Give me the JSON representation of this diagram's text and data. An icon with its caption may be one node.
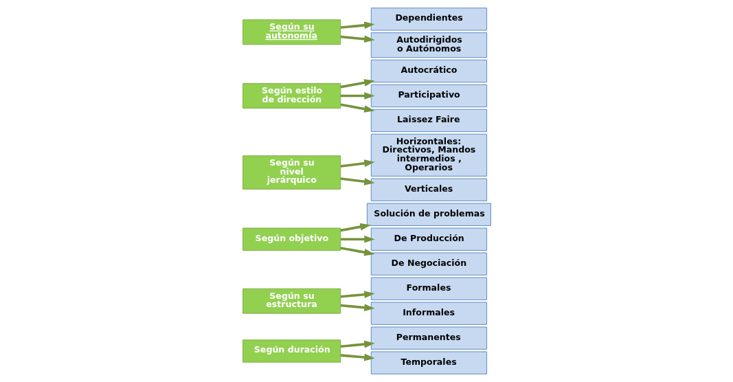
{
  "diagram": {
    "nodes": [
      {
        "text": [
          "Según duración"
        ]
      },
      {
        "text": [
          "Permanentes"
        ]
      },
      {
        "text": [
          "Temporales"
        ]
      },
      {
        "text": [
          "Según su estructura"
        ]
      },
      {
        "text": [
          "Formales"
        ]
      },
      {
        "text": [
          "Informales"
        ]
      },
      {
        "text": [
          "Según objetivo"
        ]
      },
      {
        "text": [
          "Solución de problemas"
        ]
      },
      {
        "text": [
          "De Producción"
        ]
      },
      {
        "text": [
          "De Negociación"
        ]
      },
      {
        "text": [
          "Según su nivel jerárquico"
        ]
      },
      {
        "text": [
          "Horizontales: Directivos, Mandos intermedios , Operarios"
        ]
      },
      {
        "text": [
          "Verticales"
        ]
      },
      {
        "text": [
          "Según estilo de dirección"
        ]
      },
      {
        "text": [
          "Autocrático"
        ]
      },
      {
        "text": [
          "Participativo"
        ]
      },
      {
        "text": [
          "Laissez Faire"
        ]
      },
      {
        "text": [
          "Según su autonomía"
        ]
      },
      {
        "text": [
          "Dependientes"
        ]
      },
      {
        "text": [
          "Autodirigidos o Autónomos"
        ]
      }
    ],
    "edges": [
      {
        "from": 0,
        "to": 1,
        "arrow": "to"
      },
      {
        "from": 0,
        "to": 2,
        "arrow": "to"
      },
      {
        "from": 3,
        "to": 4,
        "arrow": "to"
      },
      {
        "from": 3,
        "to": 5,
        "arrow": "to"
      },
      {
        "from": 6,
        "to": 7,
        "arrow": "to"
      },
      {
        "from": 6,
        "to": 8,
        "arrow": "to"
      },
      {
        "from": 6,
        "to": 9,
        "arrow": "to"
      },
      {
        "from": 10,
        "to": 11,
        "arrow": "to"
      },
      {
        "from": 10,
        "to": 12,
        "arrow": "to"
      },
      {
        "from": 13,
        "to": 14,
        "arrow": "to"
      },
      {
        "from": 13,
        "to": 15,
        "arrow": "to"
      },
      {
        "from": 13,
        "to": 16,
        "arrow": "to"
      },
      {
        "from": 17,
        "to": 18,
        "arrow": "to"
      },
      {
        "from": 17,
        "to": 19,
        "arrow": "to"
      }
    ]
  }
}
